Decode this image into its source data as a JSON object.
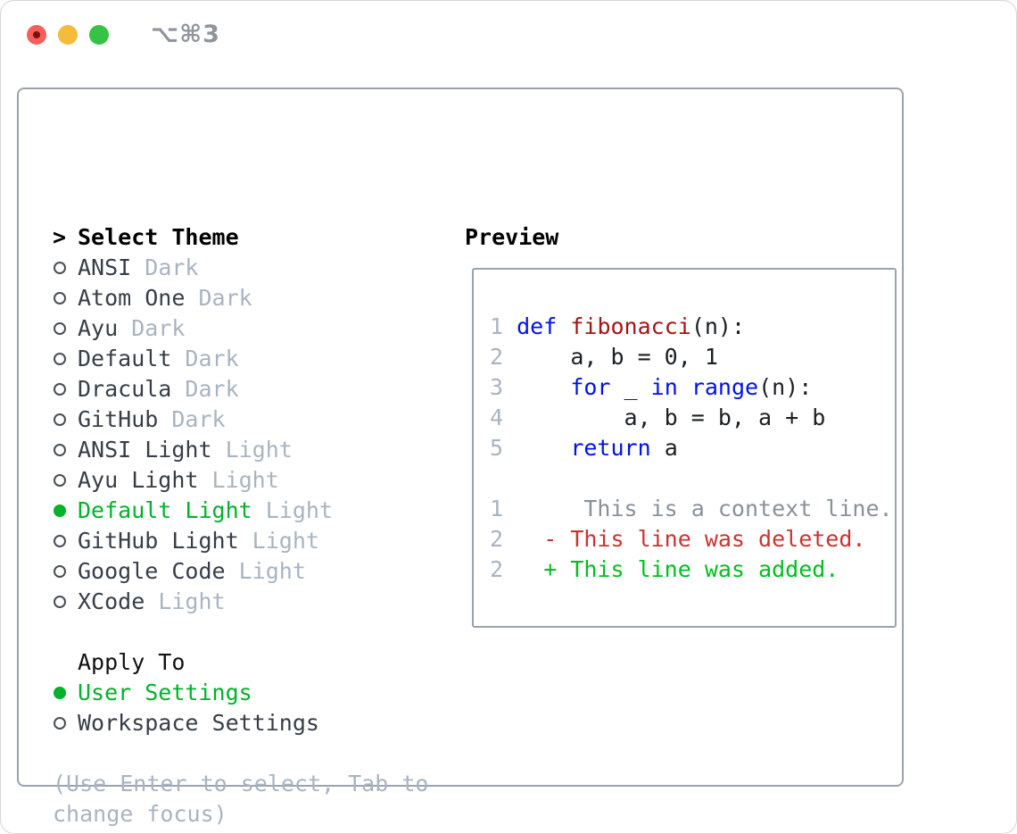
{
  "window": {
    "title_shortcut": "⌥⌘3",
    "traffic_lights": [
      {
        "name": "close",
        "color": "#f3605a"
      },
      {
        "name": "minimize",
        "color": "#f5bb3b"
      },
      {
        "name": "zoom",
        "color": "#35c245"
      }
    ]
  },
  "colors": {
    "border": "#9aa3ad",
    "green": "#00b32a",
    "muted": "#a9b4c0",
    "keyword_blue": "#0010f0",
    "function_red": "#a31515",
    "diff_red": "#cd3131",
    "diff_green": "#00c01d"
  },
  "theme_panel": {
    "prompt_marker": ">",
    "title": "Select Theme",
    "items": [
      {
        "name": "ANSI",
        "variant": "Dark",
        "selected": false
      },
      {
        "name": "Atom One",
        "variant": "Dark",
        "selected": false
      },
      {
        "name": "Ayu",
        "variant": "Dark",
        "selected": false
      },
      {
        "name": "Default",
        "variant": "Dark",
        "selected": false
      },
      {
        "name": "Dracula",
        "variant": "Dark",
        "selected": false
      },
      {
        "name": "GitHub",
        "variant": "Dark",
        "selected": false
      },
      {
        "name": "ANSI Light",
        "variant": "Light",
        "selected": false
      },
      {
        "name": "Ayu Light",
        "variant": "Light",
        "selected": false
      },
      {
        "name": "Default Light",
        "variant": "Light",
        "selected": true
      },
      {
        "name": "GitHub Light",
        "variant": "Light",
        "selected": false
      },
      {
        "name": "Google Code",
        "variant": "Light",
        "selected": false
      },
      {
        "name": "XCode",
        "variant": "Light",
        "selected": false
      }
    ],
    "apply_to": {
      "title": "Apply To",
      "options": [
        {
          "label": "User Settings",
          "selected": true
        },
        {
          "label": "Workspace Settings",
          "selected": false
        }
      ]
    },
    "hint": "(Use Enter to select, Tab to change focus)"
  },
  "preview": {
    "title": "Preview",
    "lines": [
      {
        "num": "1",
        "segments": [
          {
            "text": " ",
            "style": "plain"
          },
          {
            "text": "def",
            "style": "keyword"
          },
          {
            "text": " ",
            "style": "plain"
          },
          {
            "text": "fibonacci",
            "style": "function"
          },
          {
            "text": "(n):",
            "style": "plain"
          }
        ]
      },
      {
        "num": "2",
        "segments": [
          {
            "text": "     a, b = 0, 1",
            "style": "plain"
          }
        ]
      },
      {
        "num": "3",
        "segments": [
          {
            "text": "     ",
            "style": "plain"
          },
          {
            "text": "for",
            "style": "keyword"
          },
          {
            "text": " _ ",
            "style": "plain"
          },
          {
            "text": "in",
            "style": "keyword"
          },
          {
            "text": " ",
            "style": "plain"
          },
          {
            "text": "range",
            "style": "keyword"
          },
          {
            "text": "(n):",
            "style": "plain"
          }
        ]
      },
      {
        "num": "4",
        "segments": [
          {
            "text": "         a, b = b, a + b",
            "style": "plain"
          }
        ]
      },
      {
        "num": "5",
        "segments": [
          {
            "text": "     ",
            "style": "plain"
          },
          {
            "text": "return",
            "style": "keyword"
          },
          {
            "text": " a",
            "style": "plain"
          }
        ]
      },
      {
        "num": "",
        "segments": []
      },
      {
        "num": "1",
        "segments": [
          {
            "text": "      This is a context line.",
            "style": "context"
          }
        ]
      },
      {
        "num": "2",
        "segments": [
          {
            "text": "   ",
            "style": "plain"
          },
          {
            "text": "- This line was deleted.",
            "style": "deleted"
          }
        ]
      },
      {
        "num": "2",
        "segments": [
          {
            "text": "   ",
            "style": "plain"
          },
          {
            "text": "+ This line was added.",
            "style": "added"
          }
        ]
      }
    ]
  }
}
